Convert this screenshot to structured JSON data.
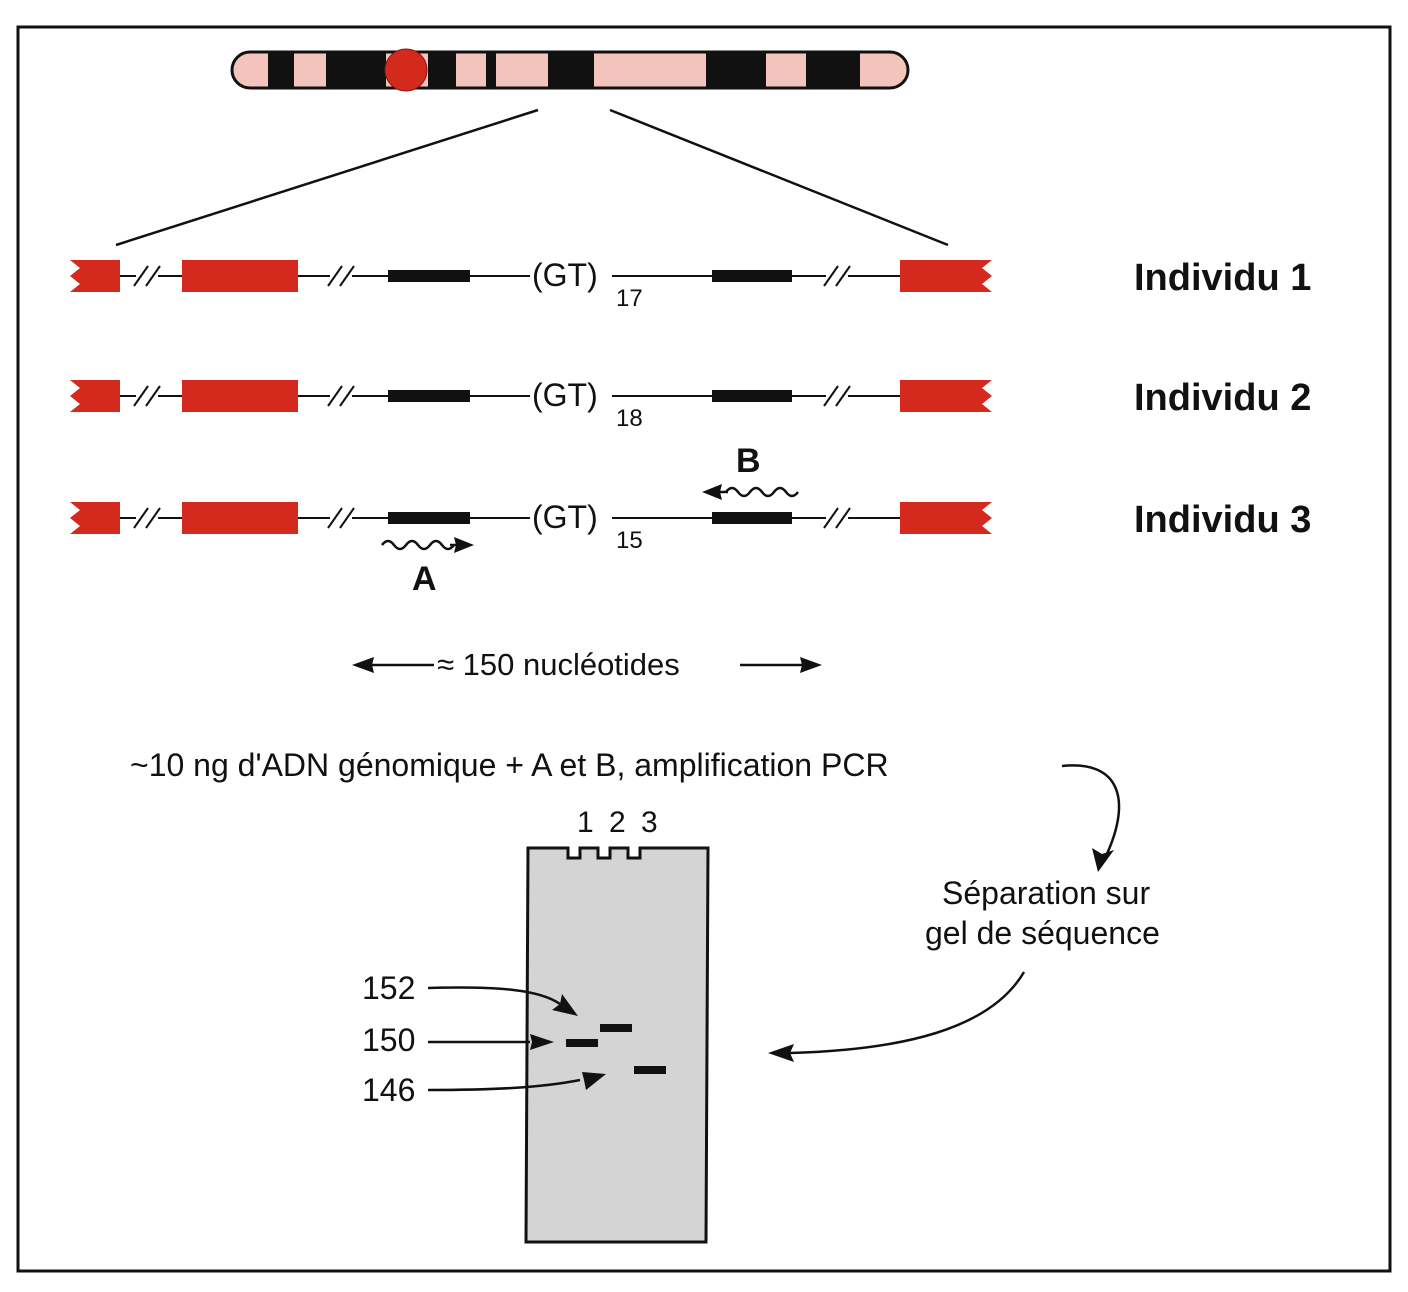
{
  "individuals": [
    {
      "label": "Individu 1",
      "repeat": "(GT)",
      "count": "17"
    },
    {
      "label": "Individu 2",
      "repeat": "(GT)",
      "count": "18"
    },
    {
      "label": "Individu 3",
      "repeat": "(GT)",
      "count": "15"
    }
  ],
  "primers": {
    "a": "A",
    "b": "B"
  },
  "scale_label": "≈ 150 nucléotides",
  "pcr_text": "~10 ng d'ADN génomique + A et B, amplification PCR",
  "separation": {
    "line1": "Séparation sur",
    "line2": "gel de séquence"
  },
  "gel": {
    "lanes": [
      "1",
      "2",
      "3"
    ],
    "sizes": [
      "152",
      "150",
      "146"
    ]
  },
  "colors": {
    "exon": "#d42a1e",
    "chromosome_light": "#f2c4bc",
    "gel": "#d4d4d4"
  }
}
